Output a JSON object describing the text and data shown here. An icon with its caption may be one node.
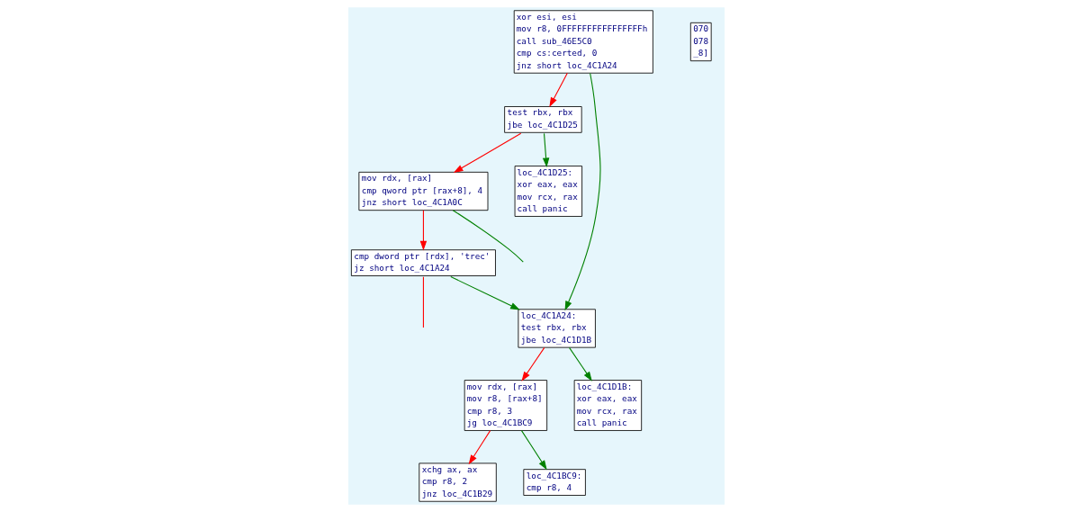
{
  "diagram": {
    "nodes": [
      {
        "text": [
          "xor esi, esi",
          "mov r8, 0FFFFFFFFFFFFFFFFh",
          "call sub_46E5C0",
          "cmp cs:certed, 0",
          "jnz short loc_4C1A24"
        ]
      },
      {
        "text": [
          "test rbx, rbx",
          "jbe loc_4C1D25"
        ]
      },
      {
        "text": [
          "mov rdx, [rax]",
          "cmp qword ptr [rax+8], 4",
          "jnz short loc_4C1A0C"
        ]
      },
      {
        "text": [
          "loc_4C1D25:",
          "xor eax, eax",
          "mov rcx, rax",
          "call panic"
        ]
      },
      {
        "text": [
          "cmp dword ptr [rdx], 'trec'",
          "jz short loc_4C1A24"
        ]
      },
      {
        "text": [
          "070",
          "078",
          "_8]"
        ]
      },
      {
        "text": [
          "loc_4C1A24:",
          "test rbx, rbx",
          "jbe loc_4C1D1B"
        ]
      },
      {
        "text": [
          "mov rdx, [rax]",
          "mov r8, [rax+8]",
          "cmp r8, 3",
          "jg loc_4C1BC9"
        ]
      },
      {
        "text": [
          "loc_4C1D1B:",
          "xor eax, eax",
          "mov rcx, rax",
          "call panic"
        ]
      },
      {
        "text": [
          "xchg ax, ax",
          "cmp r8, 2",
          "jnz loc_4C1B29"
        ]
      },
      {
        "text": [
          "loc_4C1BC9:",
          "cmp r8, 4"
        ]
      }
    ],
    "edges": [
      {
        "from": 0,
        "to": 1,
        "arrow": "to",
        "color": "#ff0000"
      },
      {
        "from": 0,
        "to": 6,
        "arrow": "to",
        "color": "#008000"
      },
      {
        "from": 1,
        "to": 2,
        "arrow": "to",
        "color": "#ff0000"
      },
      {
        "from": 1,
        "to": 3,
        "arrow": "to",
        "color": "#008000"
      },
      {
        "from": 2,
        "to": null,
        "arrow": "none",
        "color": "#008000"
      },
      {
        "from": 2,
        "to": 4,
        "arrow": "to",
        "color": "#ff0000"
      },
      {
        "from": 4,
        "to": null,
        "arrow": "none",
        "color": "#ff0000"
      },
      {
        "from": 4,
        "to": 6,
        "arrow": "to",
        "color": "#008000"
      },
      {
        "from": 6,
        "to": 7,
        "arrow": "to",
        "color": "#ff0000"
      },
      {
        "from": 6,
        "to": 8,
        "arrow": "to",
        "color": "#008000"
      },
      {
        "from": 7,
        "to": 9,
        "arrow": "to",
        "color": "#ff0000"
      },
      {
        "from": 7,
        "to": 10,
        "arrow": "to",
        "color": "#008000"
      }
    ]
  }
}
